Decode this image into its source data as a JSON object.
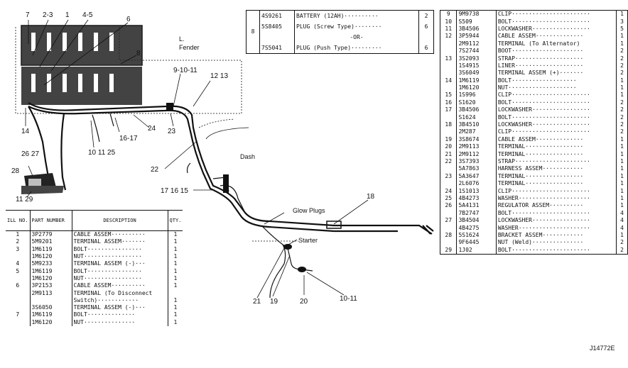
{
  "notes": {
    "fender": [
      "L.",
      "Fender"
    ],
    "dash": "Dash",
    "glow_plugs": "Glow Plugs",
    "starter": "Starter"
  },
  "callouts": {
    "c7": "7",
    "c2_3": "2-3",
    "c1": "1",
    "c4_5": "4-5",
    "c6": "6",
    "c8": "8",
    "c9_10_11": "9-10-11",
    "c12_13": "12 13",
    "c14": "14",
    "c16_17": "16-17",
    "c24": "24",
    "c23": "23",
    "c10_11_25": "10  11  25",
    "c26_27": "26 27",
    "c28": "28",
    "c11_29": "11  29",
    "c22": "22",
    "c17_16_15": "17  16  15",
    "c18": "18",
    "c21": "21",
    "c19": "19",
    "c20": "20",
    "c10_11_b": "10-11"
  },
  "top_table": {
    "group": "8",
    "rows": [
      {
        "part": "4S9261",
        "desc": "BATTERY  (12AH)··········",
        "qty": "2"
      },
      {
        "part": "5S8405",
        "desc": "PLUG  (Screw Type)········",
        "qty": "6"
      },
      {
        "part": "",
        "desc": "-OR-",
        "qty": ""
      },
      {
        "part": "7S5041",
        "desc": "PLUG  (Push Type)·········",
        "qty": "6"
      }
    ]
  },
  "right_table": [
    {
      "no": "9",
      "part": "9M9738",
      "desc": "CLIP·······················",
      "qty": "1"
    },
    {
      "no": "10",
      "part": "S509",
      "desc": "BOLT·······················",
      "qty": "3"
    },
    {
      "no": "11",
      "part": "3B4506",
      "desc": "LOCKWASHER·················",
      "qty": "5"
    },
    {
      "no": "12",
      "part": "3P5944",
      "desc": "CABLE  ASSEM··············",
      "qty": "1"
    },
    {
      "no": "",
      "part": "2M9112",
      "desc": "  TERMINAL (To Alternator)",
      "qty": "1"
    },
    {
      "no": "",
      "part": "7S2744",
      "desc": "  BOOT·····················",
      "qty": "2"
    },
    {
      "no": "13",
      "part": "3S2093",
      "desc": "  STRAP····················",
      "qty": "2"
    },
    {
      "no": "",
      "part": "1S4915",
      "desc": "  LINER····················",
      "qty": "2"
    },
    {
      "no": "",
      "part": "3S6049",
      "desc": "  TERMINAL ASSEM (+)·······",
      "qty": "2"
    },
    {
      "no": "14",
      "part": "1M6119",
      "desc": "    BOLT···················",
      "qty": "1"
    },
    {
      "no": "",
      "part": "1M6120",
      "desc": "    NUT····················",
      "qty": "1"
    },
    {
      "no": "15",
      "part": "1S996",
      "desc": "CLIP·······················",
      "qty": "1"
    },
    {
      "no": "16",
      "part": "S1620",
      "desc": "BOLT·······················",
      "qty": "2"
    },
    {
      "no": "17",
      "part": "3B4506",
      "desc": "LOCKWASHER·················",
      "qty": "2"
    },
    {
      "no": "",
      "part": "S1624",
      "desc": "BOLT·······················",
      "qty": "2"
    },
    {
      "no": "18",
      "part": "3B4510",
      "desc": "LOCKWASHER·················",
      "qty": "2"
    },
    {
      "no": "",
      "part": "2M287",
      "desc": "CLIP·······················",
      "qty": "2"
    },
    {
      "no": "19",
      "part": "3S8674",
      "desc": "CABLE  ASSEM··············",
      "qty": "1"
    },
    {
      "no": "20",
      "part": "2M9113",
      "desc": "  TERMINAL·················",
      "qty": "1"
    },
    {
      "no": "21",
      "part": "2M9112",
      "desc": "  TERMINAL·················",
      "qty": "1"
    },
    {
      "no": "22",
      "part": "3S7393",
      "desc": "STRAP······················",
      "qty": "1"
    },
    {
      "no": "",
      "part": "5A7863",
      "desc": "HARNESS  ASSEM············",
      "qty": "1"
    },
    {
      "no": "23",
      "part": "5A3647",
      "desc": "  TERMINAL·················",
      "qty": "1"
    },
    {
      "no": "",
      "part": "2L6076",
      "desc": "  TERMINAL·················",
      "qty": "1"
    },
    {
      "no": "24",
      "part": "1S1013",
      "desc": "CLIP·······················",
      "qty": "1"
    },
    {
      "no": "25",
      "part": "4B4273",
      "desc": "WASHER·····················",
      "qty": "1"
    },
    {
      "no": "26",
      "part": "5A4131",
      "desc": "REGULATOR  ASSEM··········",
      "qty": "1"
    },
    {
      "no": "",
      "part": "7B2747",
      "desc": "BOLT·······················",
      "qty": "4"
    },
    {
      "no": "27",
      "part": "3B4504",
      "desc": "LOCKWASHER·················",
      "qty": "4"
    },
    {
      "no": "",
      "part": "4B4275",
      "desc": "WASHER·····················",
      "qty": "4"
    },
    {
      "no": "28",
      "part": "5S1624",
      "desc": "BRACKET  ASSEM············",
      "qty": "1"
    },
    {
      "no": "",
      "part": "9F6445",
      "desc": "  NUT (Weld)···············",
      "qty": "2"
    },
    {
      "no": "29",
      "part": "1J02",
      "desc": "BOLT·······················",
      "qty": "2"
    }
  ],
  "left_table": {
    "headers": {
      "no": "ILL NO.",
      "part": "PART NUMBER",
      "desc": "DESCRIPTION",
      "qty": "QTY."
    },
    "rows": [
      {
        "no": "1",
        "part": "3P2779",
        "desc": "CABLE  ASSEM··········",
        "qty": "1"
      },
      {
        "no": "2",
        "part": "5M9201",
        "desc": "TERMINAL  ASSEM·······",
        "qty": "1"
      },
      {
        "no": "3",
        "part": "1M6119",
        "desc": "  BOLT················",
        "qty": "1"
      },
      {
        "no": "",
        "part": "1M6120",
        "desc": "  NUT·················",
        "qty": "1"
      },
      {
        "no": "4",
        "part": "5M9233",
        "desc": "TERMINAL  ASSEM (-)···",
        "qty": "1"
      },
      {
        "no": "5",
        "part": "1M6119",
        "desc": "  BOLT················",
        "qty": "1"
      },
      {
        "no": "",
        "part": "1M6120",
        "desc": "  NUT·················",
        "qty": "1"
      },
      {
        "no": "6",
        "part": "3P2153",
        "desc": "CABLE  ASSEM··········",
        "qty": "1"
      },
      {
        "no": "",
        "part": "2M9113",
        "desc": "  TERMINAL (To Disconnect",
        "qty": ""
      },
      {
        "no": "",
        "part": "",
        "desc": "     Switch)············",
        "qty": "1"
      },
      {
        "no": "",
        "part": "3S6050",
        "desc": "  TERMINAL ASSEM (-)···",
        "qty": "1"
      },
      {
        "no": "7",
        "part": "1M6119",
        "desc": "    BOLT··············",
        "qty": "1"
      },
      {
        "no": "",
        "part": "1M6120",
        "desc": "    NUT···············",
        "qty": "1"
      }
    ]
  },
  "figure_id": "J14772E"
}
